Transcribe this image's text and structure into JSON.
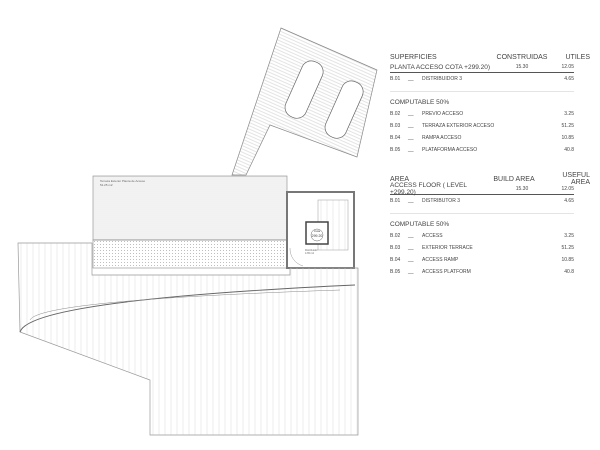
{
  "plan_labels": {
    "terrace_label": "Terraza Exterior Planta de Acceso",
    "terrace_area": "51.25 m2",
    "level_label": "Cota",
    "level_value": "299.20",
    "distributor_label": "Distribuidor",
    "distributor_area": "4.65 m2"
  },
  "table_es": {
    "title": "SUPERFICIES",
    "col_built": "CONSTRUIDAS",
    "col_useful": "UTILES",
    "floor": {
      "name": "PLANTA ACCESO COTA +299.20)",
      "built": "15.30",
      "useful": "12.05"
    },
    "rows": [
      {
        "code": "B.01",
        "name": "DISTRIBUIDOR 3",
        "value": "4.65"
      }
    ],
    "computable_title": "COMPUTABLE 50%",
    "computable_rows": [
      {
        "code": "B.02",
        "name": "PREVIO ACCESO",
        "value": "3.25"
      },
      {
        "code": "B.03",
        "name": "TERRAZA EXTERIOR ACCESO",
        "value": "51.25"
      },
      {
        "code": "B.04",
        "name": "RAMPA ACCESO",
        "value": "10.85"
      },
      {
        "code": "B.05",
        "name": "PLATAFORMA ACCESO",
        "value": "40.8"
      }
    ]
  },
  "table_en": {
    "title": "AREA",
    "col_built": "BUILD AREA",
    "col_useful": "USEFUL AREA",
    "floor": {
      "name": "ACCESS FLOOR ( LEVEL +299.20)",
      "built": "15.30",
      "useful": "12.05"
    },
    "rows": [
      {
        "code": "B.01",
        "name": "DISTRIBUTOR 3",
        "value": "4.65"
      }
    ],
    "computable_title": "COMPUTABLE 50%",
    "computable_rows": [
      {
        "code": "B.02",
        "name": "ACCESS",
        "value": "3.25"
      },
      {
        "code": "B.03",
        "name": "EXTERIOR TERRACE",
        "value": "51.25"
      },
      {
        "code": "B.04",
        "name": "ACCESS RAMP",
        "value": "10.85"
      },
      {
        "code": "B.05",
        "name": "ACCESS PLATFORM",
        "value": "40.8"
      }
    ]
  }
}
